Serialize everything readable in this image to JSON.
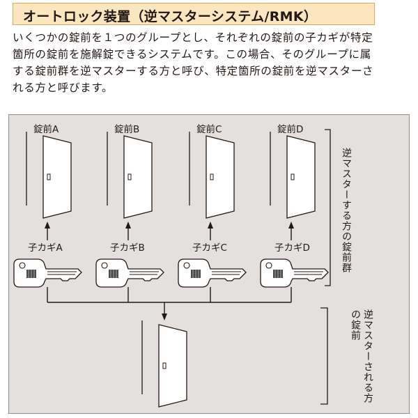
{
  "title": "オートロック装置（逆マスターシステム/RMK）",
  "description": "いくつかの錠前を１つのグループとし、それぞれの錠前の子カギが特定箇所の錠前を施解錠できるシステムです。この場合、そのグループに属する錠前群を逆マスターする方と呼び、特定箇所の錠前を逆マスターされる方と呼びます。",
  "locks": [
    {
      "name": "錠前A",
      "key": "子カギA"
    },
    {
      "name": "錠前B",
      "key": "子カギB"
    },
    {
      "name": "錠前C",
      "key": "子カギC"
    },
    {
      "name": "錠前D",
      "key": "子カギD"
    }
  ],
  "group_label": "逆マスターする方の錠前群",
  "target_label_1": "逆マスターされる方",
  "target_label_2": "の錠前",
  "icons": {
    "door": "door-icon",
    "key": "key-icon",
    "arrow": "arrow-up-icon"
  }
}
